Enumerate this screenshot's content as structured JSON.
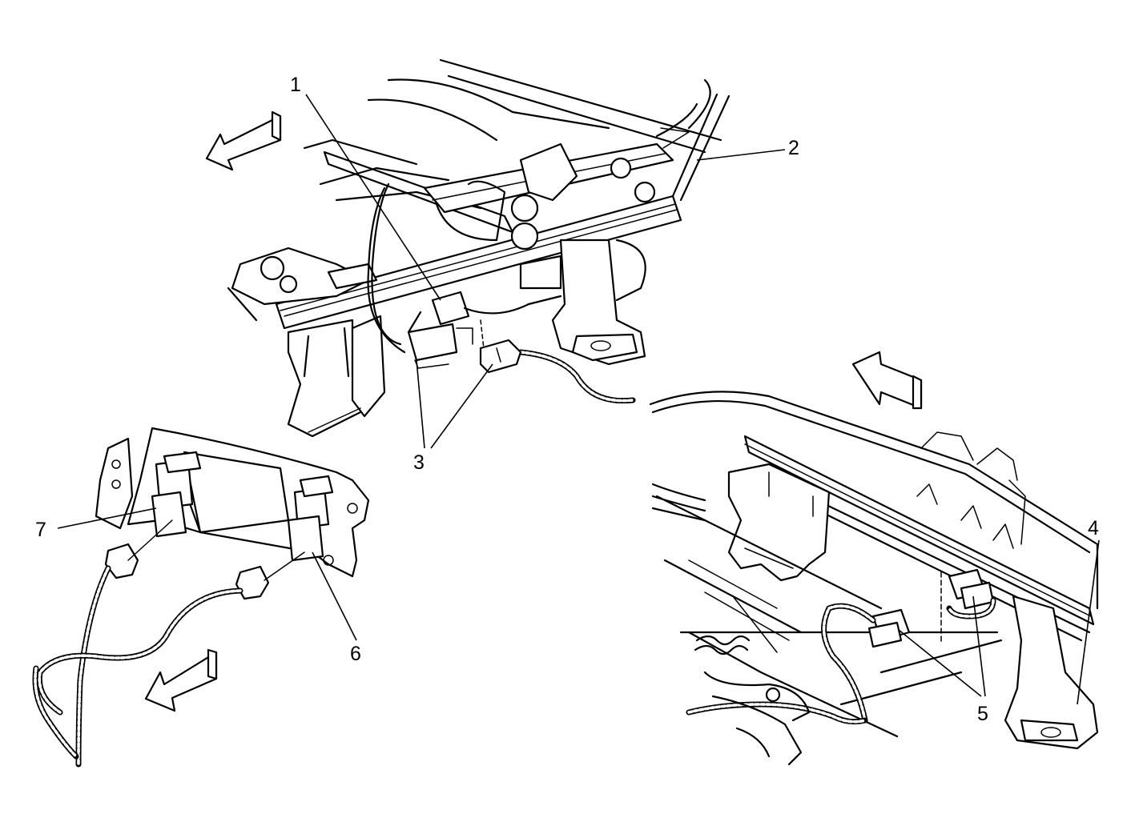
{
  "callouts": {
    "c1": "1",
    "c2": "2",
    "c3": "3",
    "c4": "4",
    "c5": "5",
    "c6": "6",
    "c7": "7"
  },
  "icons": {
    "direction_arrow": "front-direction-arrow-icon"
  },
  "colors": {
    "line": "#000000",
    "background": "#ffffff"
  }
}
